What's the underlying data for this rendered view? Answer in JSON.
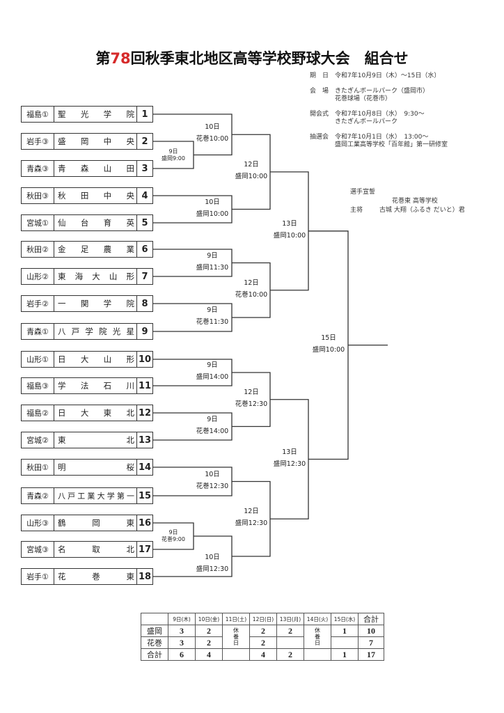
{
  "title": {
    "prefix": "第",
    "number": "78",
    "suffix": "回秋季東北地区高等学校野球大会　組合せ"
  },
  "info": [
    {
      "label": "期　日",
      "lines": [
        "令和7年10月9日（木）～15日（水）"
      ]
    },
    {
      "label": "会　場",
      "lines": [
        "きたぎんボールパーク（盛岡市）",
        "花巻球場（花巻市）"
      ]
    },
    {
      "label": "開会式",
      "lines": [
        "令和7年10月8日（水）　9:30～",
        "きたぎんボールパーク"
      ]
    },
    {
      "label": "抽選会",
      "lines": [
        "令和7年10月1日（水）　13:00～",
        "盛岡工業高等学校「百年館」第一研修室"
      ]
    }
  ],
  "oath": {
    "heading": "選手宣誓",
    "school": "花巻東 高等学校",
    "captain_label": "主将",
    "captain": "古城 大翔（ふるき だいと）君"
  },
  "teams": [
    {
      "pref": "福島①",
      "name": "聖光学院",
      "no": "1"
    },
    {
      "pref": "岩手③",
      "name": "盛岡中央",
      "no": "2"
    },
    {
      "pref": "青森③",
      "name": "青森山田",
      "no": "3"
    },
    {
      "pref": "秋田③",
      "name": "秋田中央",
      "no": "4"
    },
    {
      "pref": "宮城①",
      "name": "仙台育英",
      "no": "5"
    },
    {
      "pref": "秋田②",
      "name": "金足農業",
      "no": "6"
    },
    {
      "pref": "山形②",
      "name": "東海大山形",
      "no": "7"
    },
    {
      "pref": "岩手②",
      "name": "一関学院",
      "no": "8"
    },
    {
      "pref": "青森①",
      "name": "八戸学院光星",
      "no": "9"
    },
    {
      "pref": "山形①",
      "name": "日大山形",
      "no": "10"
    },
    {
      "pref": "福島③",
      "name": "学法石川",
      "no": "11"
    },
    {
      "pref": "福島②",
      "name": "日大東北",
      "no": "12"
    },
    {
      "pref": "宮城②",
      "name": "東北",
      "no": "13"
    },
    {
      "pref": "秋田①",
      "name": "明桜",
      "no": "14"
    },
    {
      "pref": "青森②",
      "name": "八戸工業大学第一",
      "no": "15"
    },
    {
      "pref": "山形③",
      "name": "鶴岡東",
      "no": "16"
    },
    {
      "pref": "宮城③",
      "name": "名取北",
      "no": "17"
    },
    {
      "pref": "岩手①",
      "name": "花巻東",
      "no": "18"
    }
  ],
  "matches": {
    "r1_a": {
      "date": "9日",
      "venue": "盛岡9:00"
    },
    "r1_b": {
      "date": "9日",
      "venue": "花巻9:00"
    },
    "r2_1": {
      "date": "10日",
      "venue": "花巻10:00"
    },
    "r2_2": {
      "date": "10日",
      "venue": "盛岡10:00"
    },
    "r2_3": {
      "date": "9日",
      "venue": "盛岡11:30"
    },
    "r2_4": {
      "date": "9日",
      "venue": "花巻11:30"
    },
    "r2_5": {
      "date": "9日",
      "venue": "盛岡14:00"
    },
    "r2_6": {
      "date": "9日",
      "venue": "花巻14:00"
    },
    "r2_7": {
      "date": "10日",
      "venue": "花巻12:30"
    },
    "r2_8": {
      "date": "10日",
      "venue": "盛岡12:30"
    },
    "qf_1": {
      "date": "12日",
      "venue": "盛岡10:00"
    },
    "qf_2": {
      "date": "12日",
      "venue": "花巻10:00"
    },
    "qf_3": {
      "date": "12日",
      "venue": "花巻12:30"
    },
    "qf_4": {
      "date": "12日",
      "venue": "盛岡12:30"
    },
    "sf_1": {
      "date": "13日",
      "venue": "盛岡10:00"
    },
    "sf_2": {
      "date": "13日",
      "venue": "盛岡12:30"
    },
    "final": {
      "date": "15日",
      "venue": "盛岡10:00"
    }
  },
  "summary": {
    "headers": [
      "",
      "9日(木)",
      "10日(金)",
      "11日(土)",
      "12日(日)",
      "13日(月)",
      "14日(火)",
      "15日(水)",
      "合計"
    ],
    "rest_label": [
      "休",
      "養",
      "日"
    ],
    "rows": [
      {
        "label": "盛岡",
        "values": [
          "3",
          "2",
          "",
          "2",
          "2",
          "",
          "1",
          "10"
        ]
      },
      {
        "label": "花巻",
        "values": [
          "3",
          "2",
          "",
          "2",
          "",
          "",
          "",
          "7"
        ]
      },
      {
        "label": "合計",
        "values": [
          "6",
          "4",
          "",
          "4",
          "2",
          "",
          "1",
          "17"
        ]
      }
    ]
  }
}
